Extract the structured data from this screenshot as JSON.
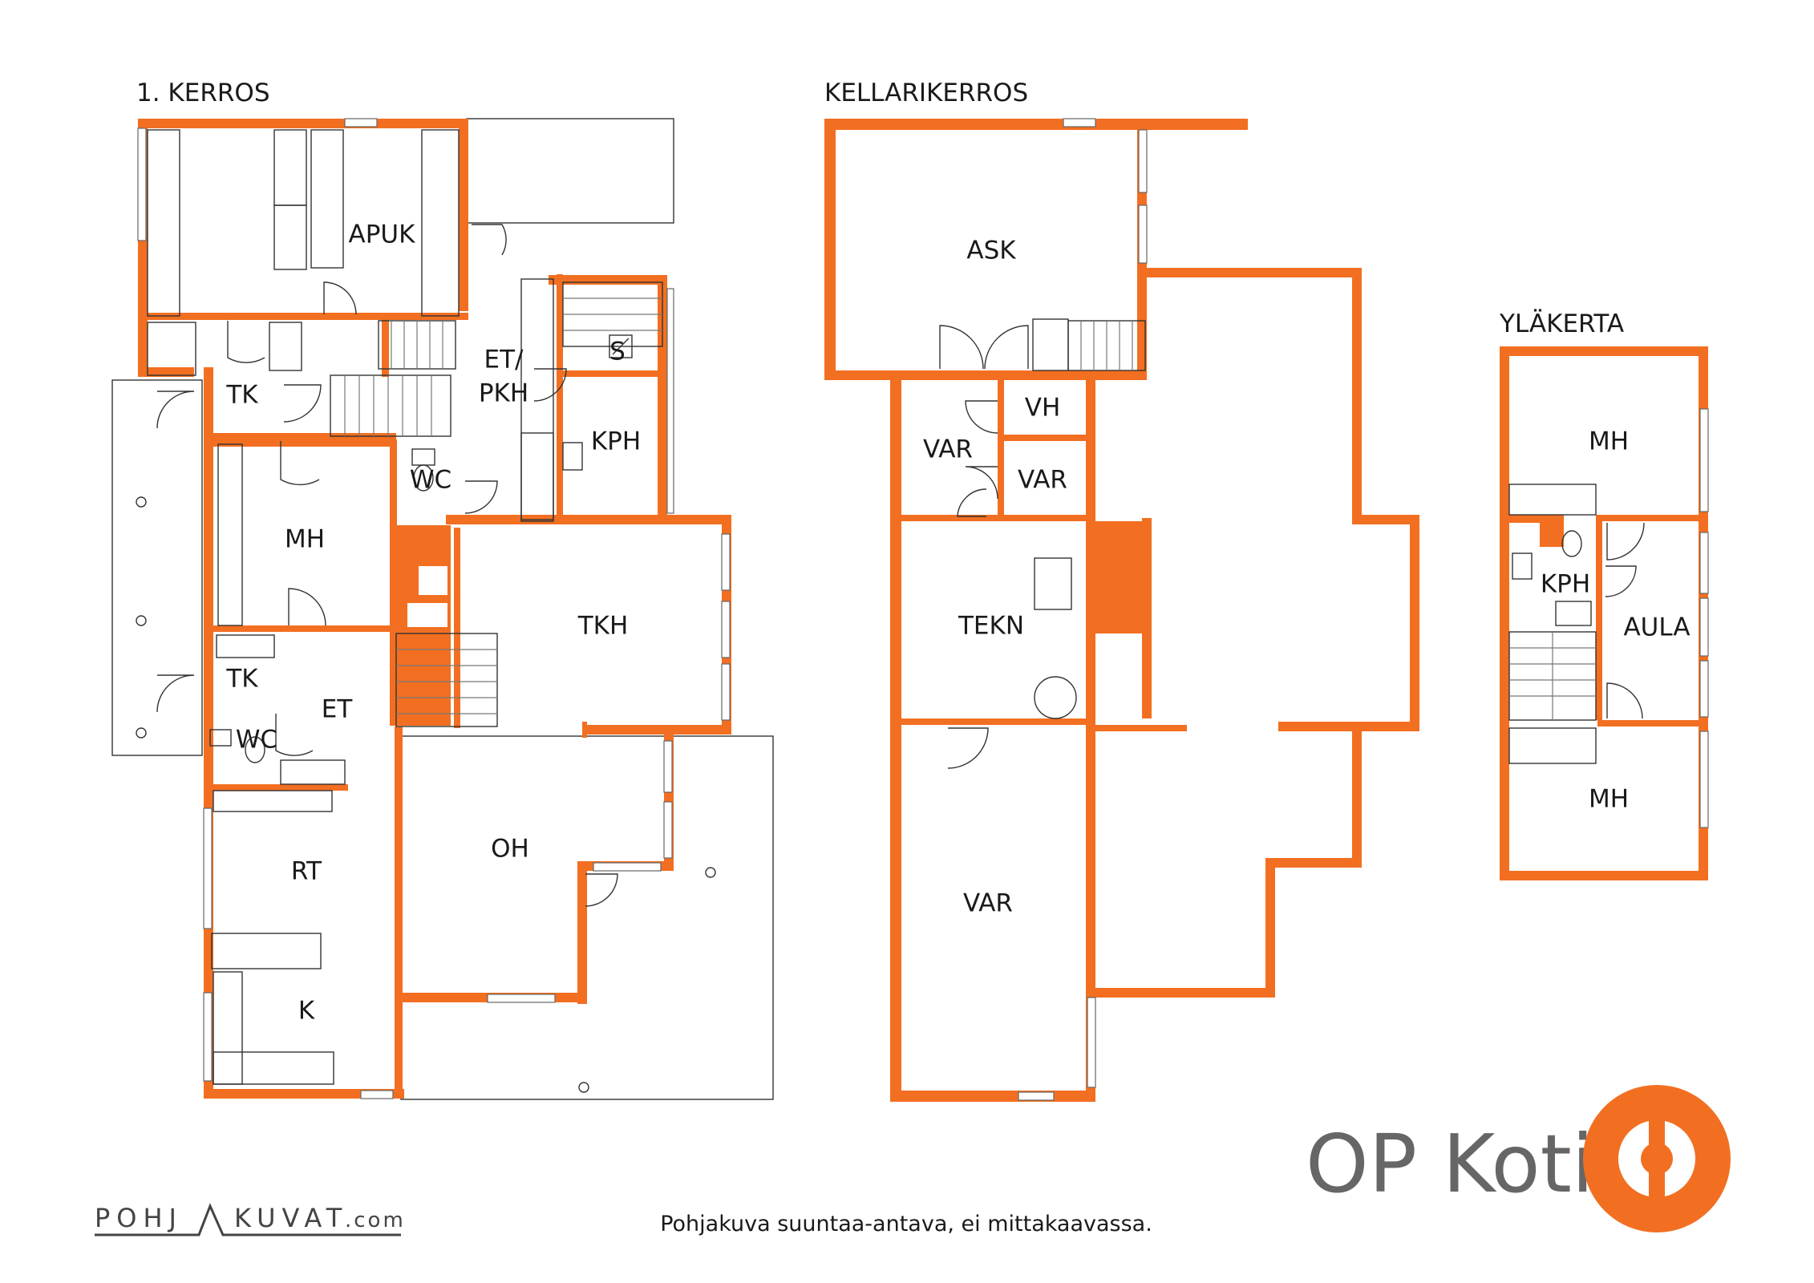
{
  "titles": {
    "first_floor": "1. KERROS",
    "basement": "KELLARIKERROS",
    "upper": "YLÄKERTA"
  },
  "rooms": {
    "f1_apuk": "APUK",
    "f1_et_pkh_1": "ET/",
    "f1_et_pkh_2": "PKH",
    "f1_s": "S",
    "f1_tk1": "TK",
    "f1_kph": "KPH",
    "f1_wc1": "WC",
    "f1_mh": "MH",
    "f1_tkh": "TKH",
    "f1_tk2": "TK",
    "f1_et": "ET",
    "f1_wc2": "WC",
    "f1_rt": "RT",
    "f1_oh": "OH",
    "f1_k": "K",
    "b_ask": "ASK",
    "b_vh": "VH",
    "b_var1": "VAR",
    "b_var2": "VAR",
    "b_tekn": "TEKN",
    "b_var3": "VAR",
    "u_mh1": "MH",
    "u_kph": "KPH",
    "u_aula": "AULA",
    "u_mh2": "MH"
  },
  "footer": {
    "note": "Pohjakuva suuntaa-antava, ei mittakaavassa.",
    "brand": "OP Koti",
    "credit_left": "POHJ",
    "credit_right": "KUVAT",
    "credit_tld": ".com"
  },
  "colors": {
    "wall": "#f26f21",
    "brand_text": "#666666",
    "logo": "#f26f21"
  },
  "icons": {
    "logo": "op-logo-icon"
  }
}
